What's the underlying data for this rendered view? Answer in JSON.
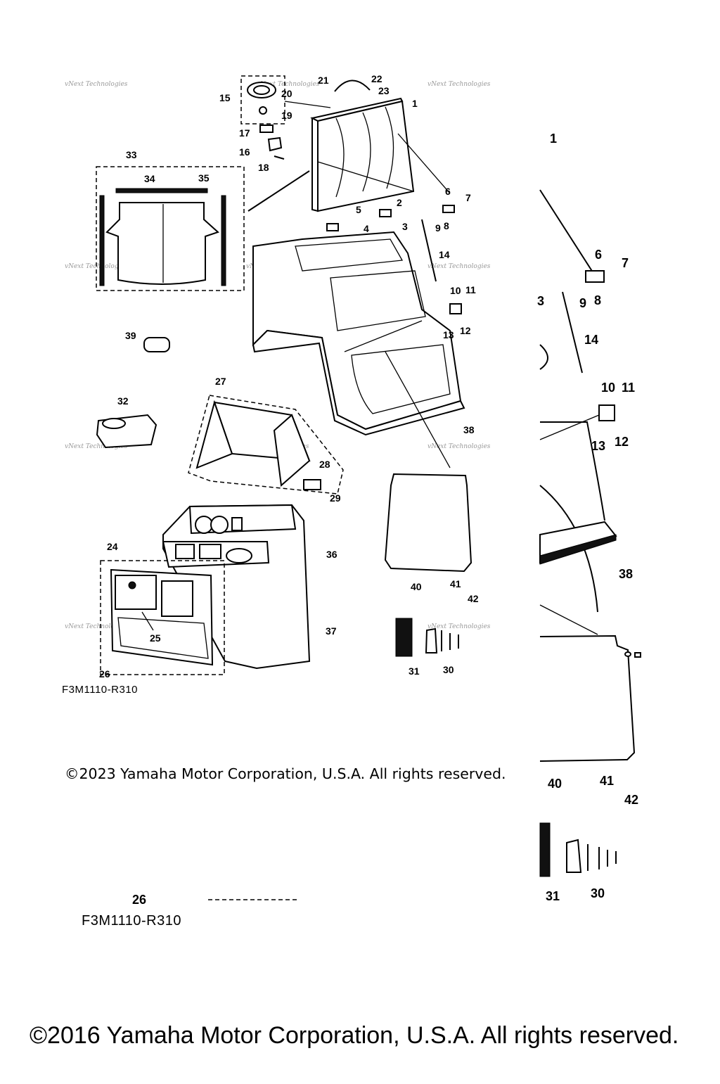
{
  "diagram": {
    "labels_main": [
      {
        "id": "21",
        "text": "21"
      },
      {
        "id": "22",
        "text": "22"
      },
      {
        "id": "23",
        "text": "23"
      },
      {
        "id": "15",
        "text": "15"
      },
      {
        "id": "20",
        "text": "20"
      },
      {
        "id": "19",
        "text": "19"
      },
      {
        "id": "17",
        "text": "17"
      },
      {
        "id": "16",
        "text": "16"
      },
      {
        "id": "18",
        "text": "18"
      },
      {
        "id": "1",
        "text": "1"
      },
      {
        "id": "33",
        "text": "33"
      },
      {
        "id": "34",
        "text": "34"
      },
      {
        "id": "35",
        "text": "35"
      },
      {
        "id": "6",
        "text": "6"
      },
      {
        "id": "7",
        "text": "7"
      },
      {
        "id": "5",
        "text": "5"
      },
      {
        "id": "2",
        "text": "2"
      },
      {
        "id": "4",
        "text": "4"
      },
      {
        "id": "3",
        "text": "3"
      },
      {
        "id": "9",
        "text": "9"
      },
      {
        "id": "8",
        "text": "8"
      },
      {
        "id": "14",
        "text": "14"
      },
      {
        "id": "10",
        "text": "10"
      },
      {
        "id": "11",
        "text": "11"
      },
      {
        "id": "13",
        "text": "13"
      },
      {
        "id": "12",
        "text": "12"
      },
      {
        "id": "39",
        "text": "39"
      },
      {
        "id": "27",
        "text": "27"
      },
      {
        "id": "32",
        "text": "32"
      },
      {
        "id": "38",
        "text": "38"
      },
      {
        "id": "28",
        "text": "28"
      },
      {
        "id": "29",
        "text": "29"
      },
      {
        "id": "24",
        "text": "24"
      },
      {
        "id": "36",
        "text": "36"
      },
      {
        "id": "25",
        "text": "25"
      },
      {
        "id": "37",
        "text": "37"
      },
      {
        "id": "26",
        "text": "26"
      },
      {
        "id": "40",
        "text": "40"
      },
      {
        "id": "41",
        "text": "41"
      },
      {
        "id": "42",
        "text": "42"
      },
      {
        "id": "31",
        "text": "31"
      },
      {
        "id": "30",
        "text": "30"
      }
    ],
    "labels_zoom": [
      {
        "id": "1",
        "text": "1"
      },
      {
        "id": "6",
        "text": "6"
      },
      {
        "id": "7",
        "text": "7"
      },
      {
        "id": "9",
        "text": "9"
      },
      {
        "id": "8",
        "text": "8"
      },
      {
        "id": "3",
        "text": "3"
      },
      {
        "id": "14",
        "text": "14"
      },
      {
        "id": "10",
        "text": "10"
      },
      {
        "id": "11",
        "text": "11"
      },
      {
        "id": "13",
        "text": "13"
      },
      {
        "id": "12",
        "text": "12"
      },
      {
        "id": "38",
        "text": "38"
      },
      {
        "id": "40",
        "text": "40"
      },
      {
        "id": "41",
        "text": "41"
      },
      {
        "id": "42",
        "text": "42"
      },
      {
        "id": "31",
        "text": "31"
      },
      {
        "id": "30",
        "text": "30"
      },
      {
        "id": "26",
        "text": "26"
      }
    ],
    "watermark": "vNext Technologies",
    "figure_code": "F3M1110-R310",
    "figure_code_large": "F3M1110-R310",
    "copyright_2023": "©2023 Yamaha Motor Corporation, U.S.A. All rights reserved.",
    "copyright_2016": "©2016 Yamaha Motor Corporation, U.S.A. All rights reserved."
  }
}
